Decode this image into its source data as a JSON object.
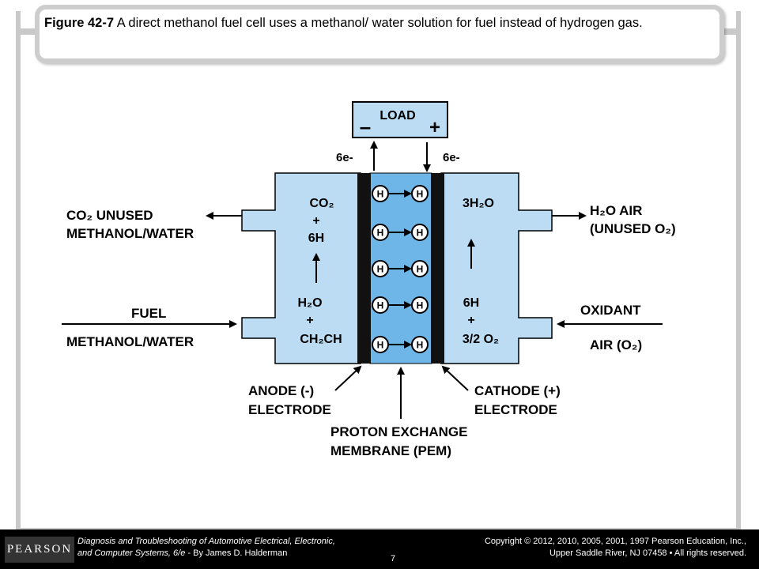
{
  "caption": {
    "figure_label": "Figure 42-7",
    "text": "A direct methanol fuel cell uses a methanol/ water solution for fuel instead of hydrogen gas."
  },
  "diagram": {
    "load": {
      "label": "LOAD",
      "minus": "–",
      "plus": "+"
    },
    "electrons_left": "6e-",
    "electrons_right": "6e-",
    "anode_side": {
      "top_line1": "CO₂",
      "top_plus": "+",
      "top_line2": "6H",
      "bottom_line1": "H₂O",
      "bottom_plus": "+",
      "bottom_line2": "CH₂CH"
    },
    "cathode_side": {
      "top_line1": "3H₂O",
      "bottom_line1": "6H",
      "bottom_plus": "+",
      "bottom_line2": "3/2 O₂"
    },
    "proton_symbol": "H",
    "outlet_left": {
      "line1": "CO₂ UNUSED",
      "line2": "METHANOL/WATER"
    },
    "inlet_left": {
      "line1": "FUEL",
      "line2": "METHANOL/WATER"
    },
    "outlet_right": {
      "line1": "H₂O  AIR",
      "line2": "(UNUSED O₂)"
    },
    "inlet_right": {
      "line1": "OXIDANT",
      "line2": "AIR (O₂)"
    },
    "anode": {
      "line1": "ANODE (-)",
      "line2": "ELECTRODE"
    },
    "cathode": {
      "line1": "CATHODE (+)",
      "line2": "ELECTRODE"
    },
    "pem": {
      "line1": "PROTON EXCHANGE",
      "line2": "MEMBRANE (PEM)"
    }
  },
  "footer": {
    "logo": "PEARSON",
    "book_title_1": "Diagnosis and Troubleshooting of Automotive Electrical, Electronic,",
    "book_title_2": "and Computer Systems, 6/e",
    "author": " - By James D. Halderman",
    "copyright_1": "Copyright © 2012, 2010, 2005, 2001, 1997 Pearson Education, Inc.,",
    "copyright_2": "Upper Saddle River, NJ 07458 • All rights reserved.",
    "page_number": "7"
  },
  "colors": {
    "cell_fill": "#bcdcf3",
    "membrane_fill": "#6fb6e8",
    "electrode": "#111111",
    "frame": "#c9c9c9"
  }
}
